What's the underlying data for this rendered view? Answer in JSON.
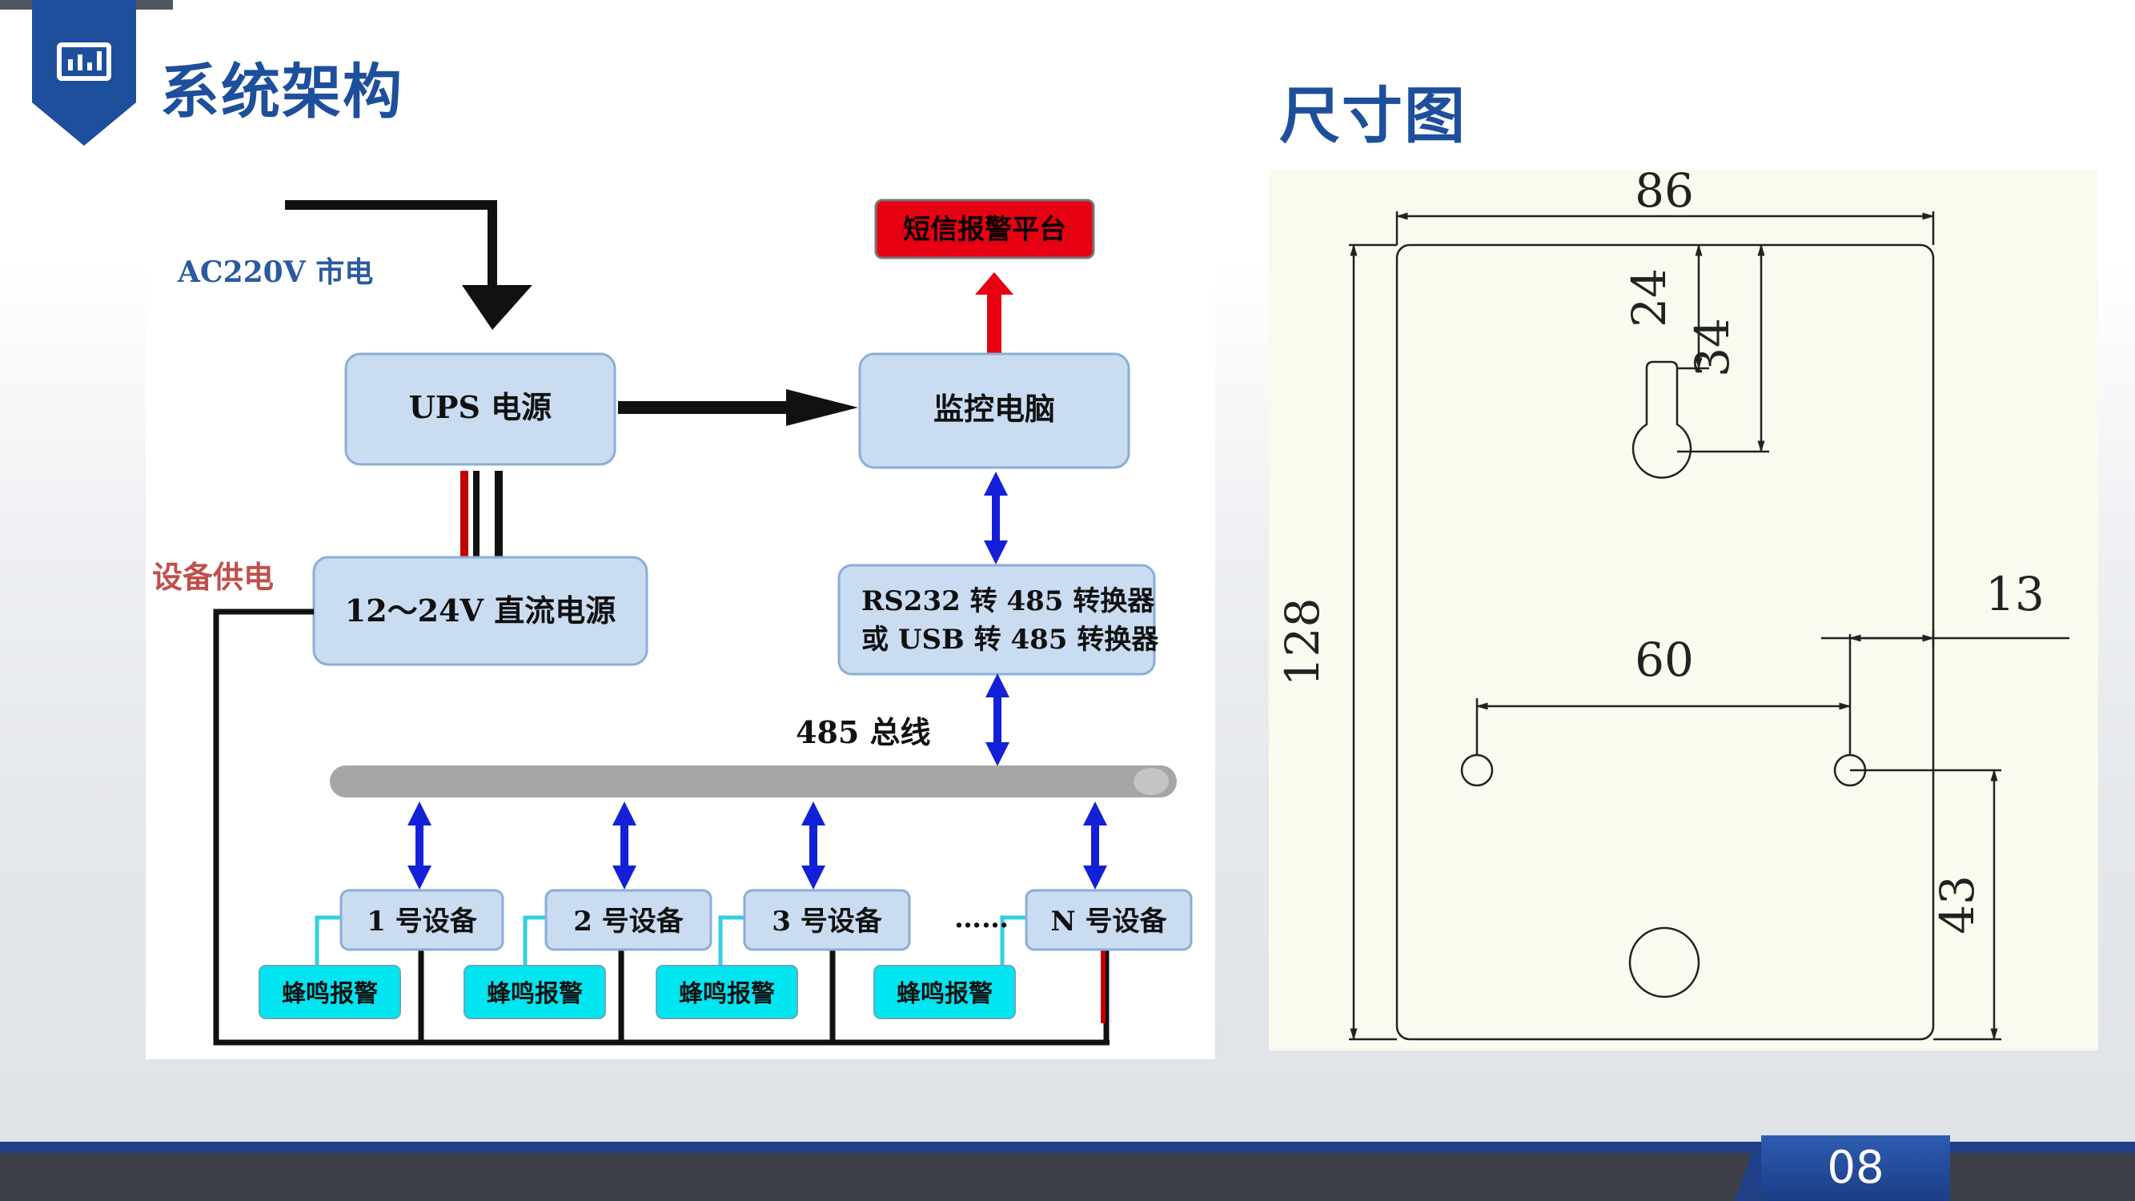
{
  "header": {
    "left_title": "系统架构",
    "right_title": "尺寸图",
    "badge_icon": "chart-board-icon"
  },
  "architecture": {
    "mains_label": "AC220V 市电",
    "sms_platform": "短信报警平台",
    "ups": "UPS 电源",
    "monitor_pc": "监控电脑",
    "device_power_label": "设备供电",
    "dc_supply": "12～24V 直流电源",
    "converter_line1": "RS232 转 485 转换器",
    "converter_line2": "或 USB 转 485 转换器",
    "bus_label": "485 总线",
    "devices": [
      "1 号设备",
      "2 号设备",
      "3 号设备",
      "N 号设备"
    ],
    "ellipsis": "……",
    "buzzers": [
      "蜂鸣报警",
      "蜂鸣报警",
      "蜂鸣报警",
      "蜂鸣报警"
    ],
    "colors": {
      "box_fill": "#c9dcf2",
      "box_stroke": "#8aaed6",
      "sms_fill": "#e60012",
      "buzzer_fill": "#00e5f0",
      "bus_fill": "#a6a6a6",
      "arrow_blue": "#1420d8",
      "arrow_red": "#e60012"
    }
  },
  "dimensions": {
    "width": "86",
    "height": "128",
    "slot_top": "24",
    "slot_bottom": "34",
    "hole_spacing": "60",
    "edge_offset": "13",
    "hole_height": "43"
  },
  "footer": {
    "page_number": "08"
  }
}
